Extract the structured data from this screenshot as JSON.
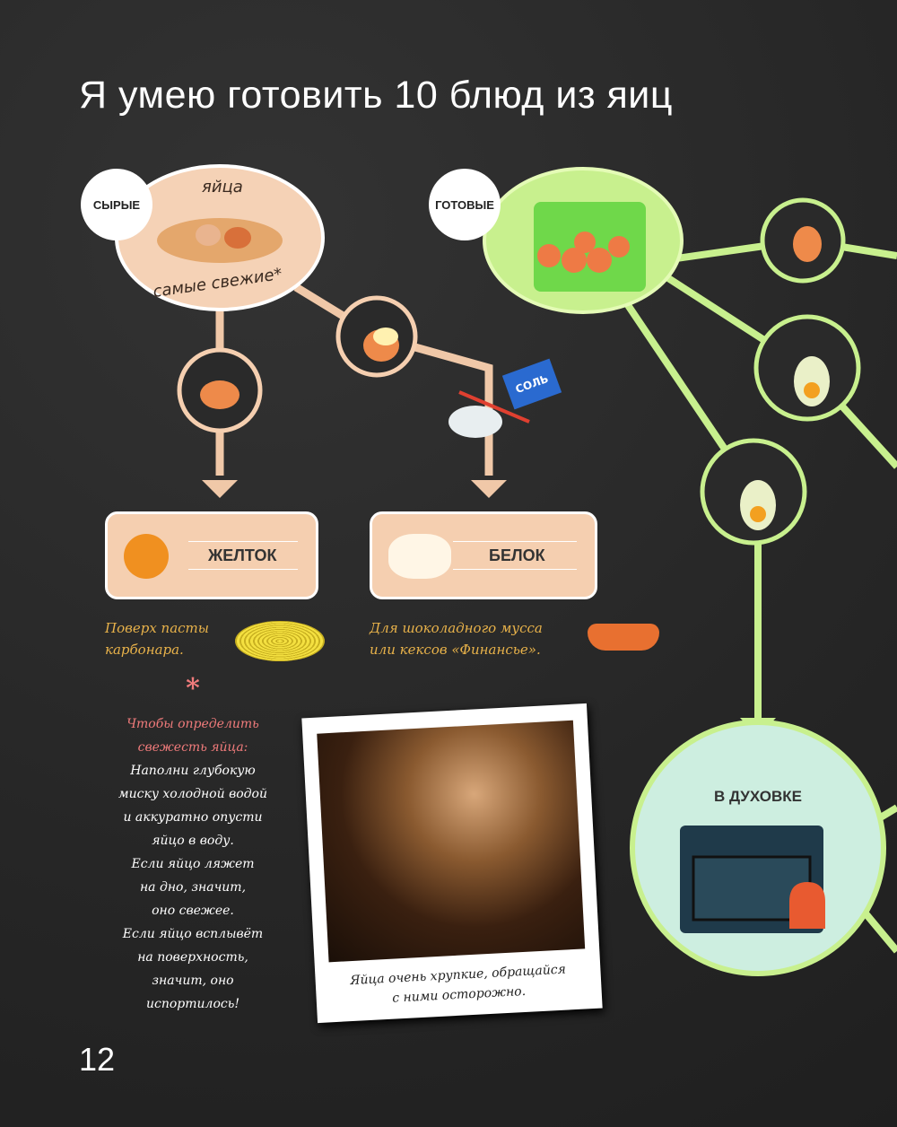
{
  "title": "Я умею готовить 10 блюд из яиц",
  "raw": {
    "badge": "СЫРЫЕ",
    "top_label": "яйца",
    "bottom_label": "самые свежие*"
  },
  "cooked": {
    "badge": "ГОТОВЫЕ"
  },
  "salt_label": "СОЛЬ",
  "yolk": {
    "label": "ЖЕЛТОК",
    "note": [
      "Поверх пасты",
      "карбонара."
    ]
  },
  "white": {
    "label": "БЕЛОК",
    "note": [
      "Для шоколадного мусса",
      "или кексов «Финансье»."
    ]
  },
  "tip": {
    "asterisk": "*",
    "heading": [
      "Чтобы определить",
      "свежесть яйца:"
    ],
    "lines": [
      "Наполни глубокую",
      "миску холодной водой",
      "и аккуратно опусти",
      "яйцо в воду.",
      "Если яйцо ляжет",
      "на дно, значит,",
      "оно свежее.",
      "Если яйцо всплывёт",
      "на поверхность,",
      "значит, оно",
      "испортилось!"
    ]
  },
  "photo_caption": [
    "Яйца очень хрупкие, обращайся",
    "с ними осторожно."
  ],
  "oven": {
    "label": "В ДУХОВКЕ"
  },
  "page_number": "12",
  "colors": {
    "peach": "#f5cfb0",
    "green": "#c8f08e",
    "mint": "#cdeee0",
    "background": "#262626"
  }
}
